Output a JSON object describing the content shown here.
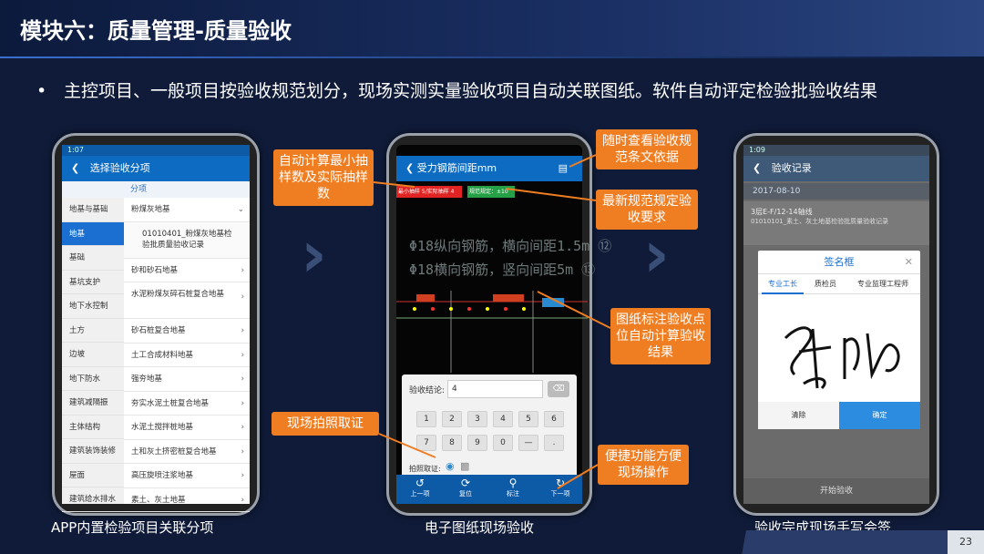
{
  "slide": {
    "title": "模块六：质量管理-质量验收",
    "bullet": "主控项目、一般项目按验收规范划分，现场实测实量验收项目自动关联图纸。软件自动评定检验批验收结果",
    "page_number": "23"
  },
  "phone1": {
    "status_time": "1:07",
    "nav_title": "选择验收分项",
    "column_header": "分项",
    "left_items": [
      "地基与基础",
      "地基",
      "基础",
      "基坑支护",
      "地下水控制",
      "土方",
      "边坡",
      "地下防水",
      "建筑减隔振",
      "主体结构",
      "建筑装饰装修",
      "屋面",
      "建筑给水排水"
    ],
    "right_items": [
      "粉煤灰地基",
      "01010401_粉煤灰地基检验批质量验收记录",
      "砂和砂石地基",
      "水泥粉煤灰碎石桩复合地基",
      "砂石桩复合地基",
      "土工合成材料地基",
      "强夯地基",
      "夯实水泥土桩复合地基",
      "水泥土搅拌桩地基",
      "土和灰土挤密桩复合地基",
      "高压旋喷注浆地基",
      "素土、灰土地基"
    ],
    "caption": "APP内置检验项目关联分项"
  },
  "phone2": {
    "nav_title": "受力钢筋间距mm",
    "tag_red": "最小抽样 5/实际抽样 4",
    "tag_green": "规范规定：±10",
    "drawing_line1": "Φ18纵向钢筋，横向间距1.5m ⑫",
    "drawing_line2": "Φ18横向钢筋，竖向间距5m ⑬",
    "keypad_label": "验收结论:",
    "keypad_value": "4",
    "keys_row1": [
      "1",
      "2",
      "3",
      "4",
      "5",
      "6"
    ],
    "keys_row2": [
      "7",
      "8",
      "9",
      "0",
      "—",
      "."
    ],
    "photo_label": "拍照取证:",
    "tabs": [
      "上一项",
      "复位",
      "标注",
      "下一项"
    ],
    "caption": "电子图纸现场验收"
  },
  "phone3": {
    "status_time": "1:09",
    "nav_title": "验收记录",
    "date": "2017-08-10",
    "item_title": "3层E-F/12-14轴线",
    "item_desc": "01010101_素土、灰土地基检验批质量验收记录",
    "sign_title": "签名框",
    "sign_tabs": [
      "专业工长",
      "质检员",
      "专业监理工程师"
    ],
    "clear_label": "清除",
    "ok_label": "确定",
    "bottom_label": "开始验收",
    "caption": "验收完成现场手写会签"
  },
  "callouts": {
    "auto_calc": "自动计算最小抽样数及实际抽样数",
    "view_spec": "随时查看验收规范条文依据",
    "latest_spec": "最新规范规定验收要求",
    "drawing_mark": "图纸标注验收点位自动计算验收结果",
    "photo": "现场拍照取证",
    "convenient": "便捷功能方便现场操作"
  },
  "colors": {
    "accent": "#ef7d22",
    "nav": "#0d6cc2",
    "background": "#0f1b38"
  }
}
